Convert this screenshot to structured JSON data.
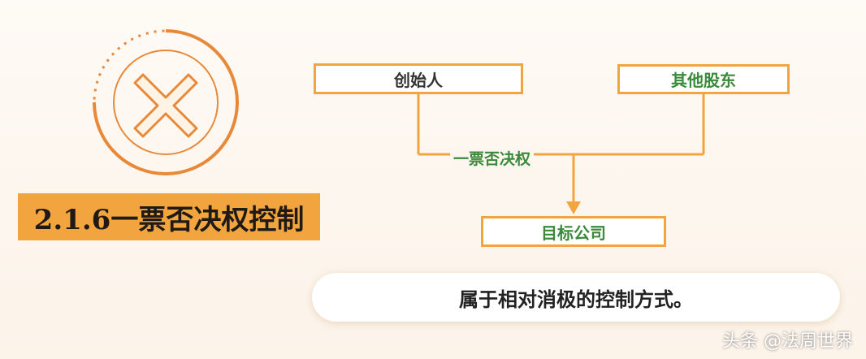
{
  "title": "2.1.6一票否决权控制",
  "diagram": {
    "founder": "创始人",
    "other_shareholders": "其他股东",
    "veto": "一票否决权",
    "target_company": "目标公司"
  },
  "caption": "属于相对消极的控制方式。",
  "watermark": "头条 @法周世界",
  "colors": {
    "accent_orange": "#f2a53e",
    "ring_orange": "#e8893a",
    "green_text": "#3a8a3a"
  },
  "icons": {
    "main": "cross-icon"
  }
}
